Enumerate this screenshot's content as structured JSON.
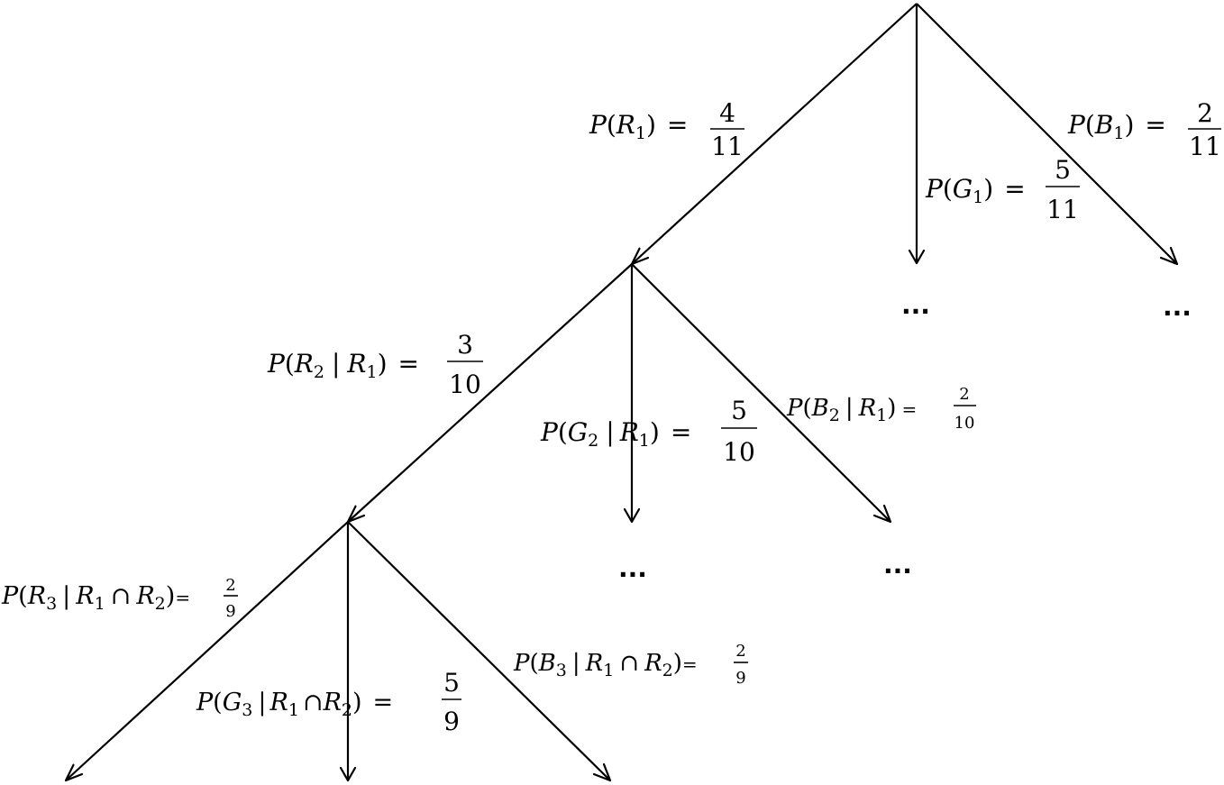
{
  "labels": {
    "r1": {
      "p": "P",
      "op": "(",
      "v": "R",
      "i": "1",
      "cp": ")",
      "eq": "=",
      "num": "4",
      "den": "11"
    },
    "g1": {
      "p": "P",
      "op": "(",
      "v": "G",
      "i": "1",
      "cp": ")",
      "eq": "=",
      "num": "5",
      "den": "11"
    },
    "b1": {
      "p": "P",
      "op": "(",
      "v": "B",
      "i": "1",
      "cp": ")",
      "eq": "=",
      "num": "2",
      "den": "11"
    },
    "r2": {
      "p": "P",
      "op": "(",
      "v": "R",
      "i": "2",
      "bar": "|",
      "c": "R",
      "ci": "1",
      "cp": ")",
      "eq": "=",
      "num": "3",
      "den": "10"
    },
    "g2": {
      "p": "P",
      "op": "(",
      "v": "G",
      "i": "2",
      "bar": "|",
      "c": "R",
      "ci": "1",
      "cp": ")",
      "eq": "=",
      "num": "5",
      "den": "10"
    },
    "b2": {
      "p": "P",
      "op": "(",
      "v": "B",
      "i": "2",
      "bar": "|",
      "c": "R",
      "ci": "1",
      "cp": ")",
      "eq": "=",
      "num": "2",
      "den": "10"
    },
    "r3": {
      "p": "P",
      "op": "(",
      "v": "R",
      "i": "3",
      "bar": "|",
      "c": "R",
      "ci": "1",
      "cap": "∩",
      "c2": "R",
      "c2i": "2",
      "cp": ")",
      "eq": "=",
      "num": "2",
      "den": "9"
    },
    "g3": {
      "p": "P",
      "op": "(",
      "v": "G",
      "i": "3",
      "bar": "|",
      "c": "R",
      "ci": "1",
      "cap": "∩",
      "c2": "R",
      "c2i": "2",
      "cp": ")",
      "eq": "=",
      "num": "5",
      "den": "9"
    },
    "b3": {
      "p": "P",
      "op": "(",
      "v": "B",
      "i": "3",
      "bar": "|",
      "c": "R",
      "ci": "1",
      "cap": "∩",
      "c2": "R",
      "c2i": "2",
      "cp": ")",
      "eq": "=",
      "num": "2",
      "den": "9"
    }
  },
  "ellipsis": "..."
}
